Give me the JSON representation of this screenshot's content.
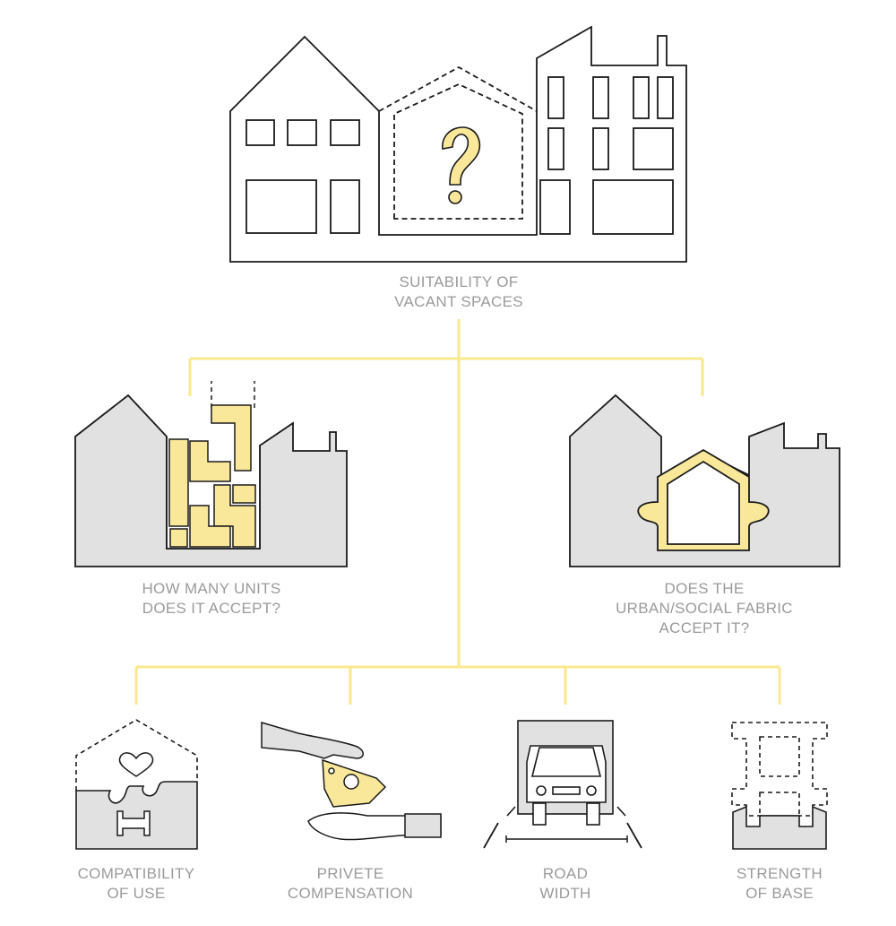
{
  "root": {
    "line1": "SUITABILITY OF",
    "line2": "VACANT SPACES"
  },
  "branches": [
    {
      "line1": "HOW MANY UNITS",
      "line2": "DOES IT ACCEPT?"
    },
    {
      "line1": "DOES THE",
      "line2": "URBAN/SOCIAL FABRIC",
      "line3": "ACCEPT IT?"
    }
  ],
  "criteria": [
    {
      "line1": "COMPATIBILITY",
      "line2": "OF USE"
    },
    {
      "line1": "PRIVETE",
      "line2": "COMPENSATION"
    },
    {
      "line1": "ROAD",
      "line2": "WIDTH"
    },
    {
      "line1": "STRENGTH",
      "line2": "OF BASE"
    }
  ],
  "colors": {
    "accent": "#f9e79a",
    "accent_line": "#fbe88e",
    "fill": "#e2e1e1",
    "stroke": "#1a1a1a",
    "text": "#9a9a9a"
  }
}
